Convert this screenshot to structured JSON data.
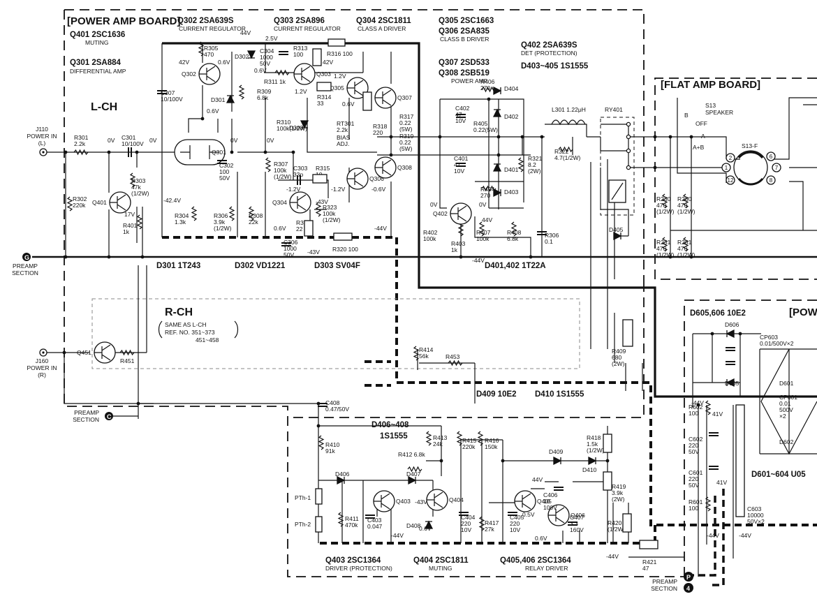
{
  "boards": {
    "power_amp": "[POWER AMP BOARD]",
    "flat_amp": "[FLAT AMP BOARD]",
    "power_right": "[POW"
  },
  "channels": {
    "lch": "L-CH",
    "rch": "R-CH",
    "rch_note1": "SAME AS L-CH",
    "rch_note2": "REF. NO. 351~373",
    "rch_note3": "451~458"
  },
  "transistor_list": [
    {
      "ref": "Q401  2SC1636",
      "role": "MUTING"
    },
    {
      "ref": "Q301  2SA884",
      "role": "DIFFERENTIAL AMP"
    },
    {
      "ref": "Q302  2SA639S",
      "role": "CURRENT REGULATOR"
    },
    {
      "ref": "Q303  2SA896",
      "role": "CURRENT REGULATOR"
    },
    {
      "ref": "Q304  2SC1811",
      "role": "CLASS A  DRIVER"
    },
    {
      "ref": "Q305  2SC1663",
      "role": ""
    },
    {
      "ref": "Q306  2SA835",
      "role": "CLASS B DRIVER"
    },
    {
      "ref": "Q307  2SD533",
      "role": ""
    },
    {
      "ref": "Q308  2SB519",
      "role": "POWER AMP"
    },
    {
      "ref": "Q402  2SA639S",
      "role": "DET (PROTECTION)"
    },
    {
      "ref": "D403~405  1S1555",
      "role": ""
    }
  ],
  "bottom_list": [
    {
      "ref": "Q403  2SC1364",
      "role": "DRIVER (PROTECTION)"
    },
    {
      "ref": "Q404  2SC1811",
      "role": "MUTING"
    },
    {
      "ref": "Q405,406  2SC1364",
      "role": "RELAY DRIVER"
    }
  ],
  "diode_lines": {
    "line1": "D301  1T243",
    "line2": "D302  VD1221",
    "line3": "D303  SV04F",
    "line4": "D401,402  1T22A",
    "line5": "D409  10E2",
    "line6": "D410  1S1555",
    "line7": "D406~408",
    "line8": "1S1555",
    "line9": "D605,606  10E2",
    "line10": "D601~604  U05"
  },
  "ports": {
    "j110": [
      "J110",
      "POWER IN",
      "(L)"
    ],
    "j160": [
      "J160",
      "POWER IN",
      "(R)"
    ],
    "preamp_g": [
      "PREAMP",
      "SECTION"
    ],
    "preamp_c": [
      "PREAMP",
      "SECTION"
    ],
    "preamp_bottom": [
      "PREAMP",
      "SECTION"
    ],
    "markers": [
      "G",
      "C",
      "P",
      "4"
    ]
  },
  "speaker": {
    "ref": "S13",
    "label": "SPEAKER",
    "positions": [
      "B",
      "OFF",
      "A",
      "A+B"
    ],
    "switch": "S13-F",
    "pins": [
      "2",
      "1",
      "12",
      "6",
      "7",
      "8"
    ]
  },
  "components": [
    {
      "id": "r301",
      "text": "R301\n2.2k"
    },
    {
      "id": "c301",
      "text": "C301\n10/100V"
    },
    {
      "id": "r302",
      "text": "R302\n220k"
    },
    {
      "id": "r303",
      "text": "R303\n47k\n(1/2W)"
    },
    {
      "id": "r401",
      "text": "R401\n1k"
    },
    {
      "id": "r305",
      "text": "R305\n470"
    },
    {
      "id": "c307",
      "text": "C307\n10/100V"
    },
    {
      "id": "d302",
      "text": "D302"
    },
    {
      "id": "c304",
      "text": "C304\n1000\n50V"
    },
    {
      "id": "r313",
      "text": "R313\n100"
    },
    {
      "id": "r316",
      "text": "R316 100"
    },
    {
      "id": "d301",
      "text": "D301"
    },
    {
      "id": "r309",
      "text": "R309\n6.8k"
    },
    {
      "id": "r311",
      "text": "R311 1k"
    },
    {
      "id": "r314",
      "text": "R314\n33"
    },
    {
      "id": "d303",
      "text": "D303"
    },
    {
      "id": "rt301",
      "text": "RT301\n2.2k"
    },
    {
      "id": "bias",
      "text": "BIAS\nADJ."
    },
    {
      "id": "r318",
      "text": "R318\n220"
    },
    {
      "id": "r317",
      "text": "R317\n0.22\n(5W)"
    },
    {
      "id": "r319",
      "text": "R319\n0.22\n(5W)"
    },
    {
      "id": "r310",
      "text": "R310\n100k(1/2W)"
    },
    {
      "id": "c302",
      "text": "C302\n100\n50V"
    },
    {
      "id": "r307",
      "text": "R307\n100k\n(1/2W)"
    },
    {
      "id": "c303",
      "text": "C303\n33p"
    },
    {
      "id": "r315",
      "text": "R315\n10"
    },
    {
      "id": "r304",
      "text": "R304\n1.3k"
    },
    {
      "id": "r306",
      "text": "R306\n3.9k\n(1/2W)"
    },
    {
      "id": "r308",
      "text": "R308\n22k"
    },
    {
      "id": "r323",
      "text": "R323\n100k\n(1/2W)"
    },
    {
      "id": "r312",
      "text": "R312\n22"
    },
    {
      "id": "c306",
      "text": "C306\n1000\n50V"
    },
    {
      "id": "r320",
      "text": "R320 100"
    },
    {
      "id": "r406",
      "text": "R406\n270"
    },
    {
      "id": "d404",
      "text": "D404"
    },
    {
      "id": "c402",
      "text": "C402\n47\n10V"
    },
    {
      "id": "r405",
      "text": "R405\n0.22(5W)"
    },
    {
      "id": "d402",
      "text": "D402"
    },
    {
      "id": "l301",
      "text": "L301  1.22μH"
    },
    {
      "id": "r322",
      "text": "R322\n4.7(1/2W)"
    },
    {
      "id": "ry401",
      "text": "RY401"
    },
    {
      "id": "c401",
      "text": "C401\n47\n10V"
    },
    {
      "id": "d401",
      "text": "D401"
    },
    {
      "id": "r404",
      "text": "R404\n270"
    },
    {
      "id": "d403",
      "text": "D403"
    },
    {
      "id": "r321",
      "text": "R321\n8.2\n(2W)"
    },
    {
      "id": "r402",
      "text": "R402\n100k"
    },
    {
      "id": "r403",
      "text": "R403\n1k"
    },
    {
      "id": "r407",
      "text": "R407\n100k"
    },
    {
      "id": "r408",
      "text": "R408\n6.8k"
    },
    {
      "id": "r306b",
      "text": "R306\n0.1"
    },
    {
      "id": "d405",
      "text": "D405"
    },
    {
      "id": "r230",
      "text": "R230\n470\n(1/2W)"
    },
    {
      "id": "r280",
      "text": "R280\n470\n(1/2W)"
    },
    {
      "id": "r231",
      "text": "R231\n470\n(1/2W)"
    },
    {
      "id": "r281",
      "text": "R281\n470\n(1/2W)"
    },
    {
      "id": "r451",
      "text": "R451"
    },
    {
      "id": "r414",
      "text": "R414\n56k"
    },
    {
      "id": "r453",
      "text": "R453"
    },
    {
      "id": "r409",
      "text": "R409\n680\n(2W)"
    },
    {
      "id": "c408",
      "text": "C408\n0.47/50V"
    },
    {
      "id": "r410",
      "text": "R410\n91k"
    },
    {
      "id": "r413",
      "text": "R413\n24k"
    },
    {
      "id": "r412",
      "text": "R412  6.8k"
    },
    {
      "id": "r415",
      "text": "R415\n220k"
    },
    {
      "id": "r416",
      "text": "R416\n150k"
    },
    {
      "id": "d409",
      "text": "D409"
    },
    {
      "id": "r418",
      "text": "R418\n1.5k\n(1/2W)"
    },
    {
      "id": "d410",
      "text": "D410"
    },
    {
      "id": "r419",
      "text": "R419\n3.9k\n(2W)"
    },
    {
      "id": "d406",
      "text": "D406"
    },
    {
      "id": "d407",
      "text": "D407"
    },
    {
      "id": "c406",
      "text": "C406\n10\n100V"
    },
    {
      "id": "pth1",
      "text": "PTh-1"
    },
    {
      "id": "pth2",
      "text": "PTh-2"
    },
    {
      "id": "r411",
      "text": "R411\n470k"
    },
    {
      "id": "c403",
      "text": "C403\n0.047"
    },
    {
      "id": "d408",
      "text": "D408"
    },
    {
      "id": "c404",
      "text": "C404\n220\n10V"
    },
    {
      "id": "r417",
      "text": "R417\n27k"
    },
    {
      "id": "c405",
      "text": "C405\n220\n10V"
    },
    {
      "id": "c407",
      "text": "C407\n3.3\n160V"
    },
    {
      "id": "r420",
      "text": "R420\n(1/2W)"
    },
    {
      "id": "r421",
      "text": "R421\n47"
    },
    {
      "id": "d606",
      "text": "D606"
    },
    {
      "id": "d605",
      "text": "D605"
    },
    {
      "id": "cp603",
      "text": "CP603\n0.01/500V×2"
    },
    {
      "id": "d601",
      "text": "D601"
    },
    {
      "id": "cp601",
      "text": "CP601\n0.01\n500V\n×2"
    },
    {
      "id": "d602",
      "text": "D602"
    },
    {
      "id": "r602",
      "text": "R602\n100"
    },
    {
      "id": "c602",
      "text": "C602\n220\n50V"
    },
    {
      "id": "c601",
      "text": "C601\n220\n50V"
    },
    {
      "id": "r601",
      "text": "R601\n100"
    },
    {
      "id": "c603",
      "text": "C603\n10000\n50V×2"
    }
  ],
  "transistors": [
    {
      "id": "q302",
      "label": "Q302"
    },
    {
      "id": "q303",
      "label": "Q303"
    },
    {
      "id": "q305",
      "label": "Q305"
    },
    {
      "id": "q307",
      "label": "Q307"
    },
    {
      "id": "q301",
      "label": "Q301"
    },
    {
      "id": "q401",
      "label": "Q401"
    },
    {
      "id": "q304",
      "label": "Q304"
    },
    {
      "id": "q306",
      "label": "Q306"
    },
    {
      "id": "q308",
      "label": "Q308"
    },
    {
      "id": "q402",
      "label": "Q402"
    },
    {
      "id": "q451",
      "label": "Q451"
    },
    {
      "id": "q403",
      "label": "Q403"
    },
    {
      "id": "q404",
      "label": "Q404"
    },
    {
      "id": "q405",
      "label": "Q405"
    },
    {
      "id": "q406",
      "label": "Q406"
    }
  ],
  "voltages": [
    {
      "id": "v1",
      "text": "44V"
    },
    {
      "id": "v2",
      "text": "42V"
    },
    {
      "id": "v3",
      "text": "0.6V"
    },
    {
      "id": "v4",
      "text": "0.6V"
    },
    {
      "id": "v5",
      "text": "42V"
    },
    {
      "id": "v6",
      "text": "1.2V"
    },
    {
      "id": "v7",
      "text": "1.2V"
    },
    {
      "id": "v8",
      "text": "0.6V"
    },
    {
      "id": "v9",
      "text": "0.6V"
    },
    {
      "id": "v10",
      "text": "0V"
    },
    {
      "id": "v11",
      "text": "0V"
    },
    {
      "id": "v12",
      "text": "0V"
    },
    {
      "id": "v13",
      "text": "0V"
    },
    {
      "id": "v14",
      "text": "-42.4V"
    },
    {
      "id": "v15",
      "text": "-1.2V"
    },
    {
      "id": "v16",
      "text": "-1.2V"
    },
    {
      "id": "v17",
      "text": "-43V"
    },
    {
      "id": "v18",
      "text": "-0.6V"
    },
    {
      "id": "v19",
      "text": "0.6V"
    },
    {
      "id": "v20",
      "text": "-44V"
    },
    {
      "id": "v21",
      "text": "-43V"
    },
    {
      "id": "v22",
      "text": "17V"
    },
    {
      "id": "v23",
      "text": "0V"
    },
    {
      "id": "v24",
      "text": "0V"
    },
    {
      "id": "v25",
      "text": "44V"
    },
    {
      "id": "v26",
      "text": "-44V"
    },
    {
      "id": "v27",
      "text": "-43V"
    },
    {
      "id": "v28",
      "text": "0.6V"
    },
    {
      "id": "v29",
      "text": "-44V"
    },
    {
      "id": "v30",
      "text": "44V"
    },
    {
      "id": "v31",
      "text": "0.5V"
    },
    {
      "id": "v32",
      "text": "0.6V"
    },
    {
      "id": "v33",
      "text": "-44V"
    },
    {
      "id": "v34",
      "text": "-44V"
    },
    {
      "id": "v35",
      "text": "41V"
    },
    {
      "id": "v36",
      "text": "41V"
    },
    {
      "id": "v37",
      "text": "-44V"
    },
    {
      "id": "v38",
      "text": "-44V"
    },
    {
      "id": "v39",
      "text": "2.5V"
    }
  ]
}
